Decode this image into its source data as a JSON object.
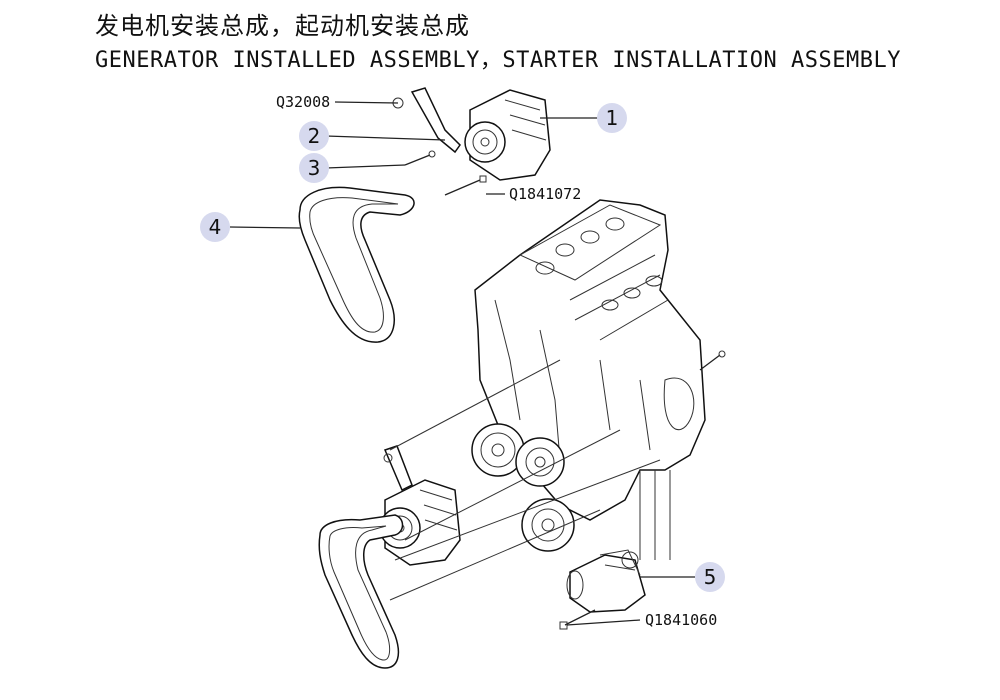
{
  "title_cn": "发电机安装总成，起动机安装总成",
  "title_en": "GENERATOR INSTALLED ASSEMBLY，STARTER INSTALLATION ASSEMBLY",
  "part_labels": {
    "q32008": "Q32008",
    "q1841072": "Q1841072",
    "q1841060": "Q1841060"
  },
  "callouts": {
    "c1": "1",
    "c2": "2",
    "c3": "3",
    "c4": "4",
    "c5": "5"
  },
  "colors": {
    "callout_fill": "#d6d9ee",
    "line": "#222222"
  }
}
